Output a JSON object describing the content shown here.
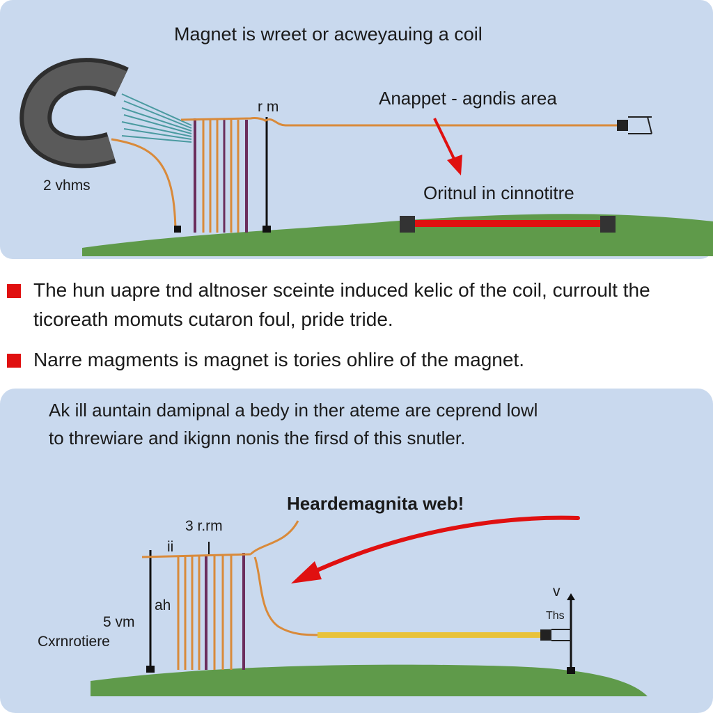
{
  "top_panel": {
    "title": "Magnet is wreet or acweyauing a coil",
    "label_rm": "r m",
    "label_area": "Anappet - agndis area",
    "label_ohms": "2 vhms",
    "label_orit": "Oritnul in cinnotitre"
  },
  "bullets": [
    {
      "line1": "The hun uapre tnd altnoser sceinte induced kelic of the coil, curroult the",
      "line2": "ticoreath momuts cutaron foul, pride tride."
    },
    {
      "line1": "Narre magments is magnet is tories ohlire of the magnet.",
      "line2": ""
    }
  ],
  "bottom_panel": {
    "text_line1": "Ak ill auntain damipnal a bedy in ther ateme are ceprend lowl",
    "text_line2": "to threwiare and ikignn nonis the firsd of this snutler.",
    "label_web": "Heardemagnita web!",
    "label_3rm": "3 r.rm",
    "label_ii": "ii",
    "label_ah": "ah",
    "label_5vm": "5 vm",
    "label_cxr": "Cxrnrotiere",
    "label_v": "v",
    "label_ths": "Ths"
  },
  "colors": {
    "panel_bg": "#c9d9ee",
    "ground": "#5f9a4a",
    "wire": "#d98a3a",
    "coil_purple": "#6b2d5c",
    "arrow": "#e01010",
    "magnet": "#4a4a4a",
    "rod_red": "#e01010",
    "rod_yellow": "#e8c23a"
  }
}
